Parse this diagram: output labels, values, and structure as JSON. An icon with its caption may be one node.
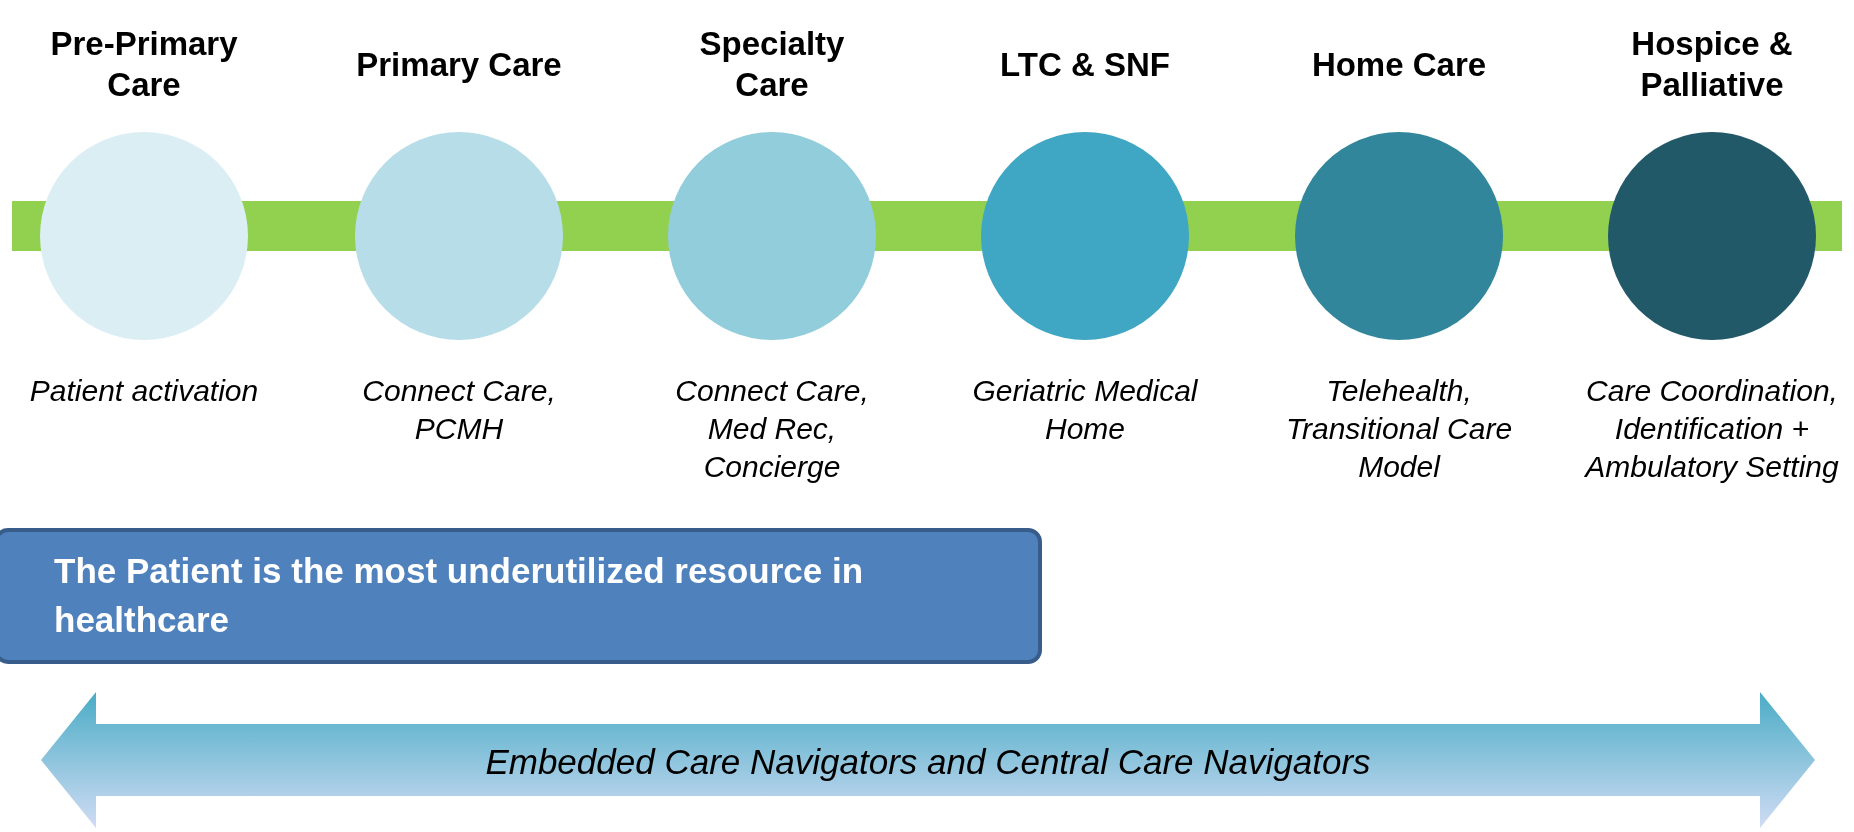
{
  "diagram": {
    "nodes": [
      {
        "text": [
          "Pre-Primary Care",
          "Patient activation"
        ]
      },
      {
        "text": [
          "Primary Care",
          "Connect Care, PCMH"
        ]
      },
      {
        "text": [
          "Specialty Care",
          "Connect Care, Med Rec, Concierge"
        ]
      },
      {
        "text": [
          "LTC & SNF",
          "Geriatric Medical Home"
        ]
      },
      {
        "text": [
          "Home Care",
          "Telehealth, Transitional Care Model"
        ]
      },
      {
        "text": [
          "Hospice & Palliative",
          "Care Coordination, Identification + Ambulatory Setting"
        ]
      },
      {
        "text": [
          "The Patient is the most underutilized resource in healthcare"
        ]
      },
      {
        "text": [
          "Embedded Care Navigators and Central Care Navigators"
        ]
      }
    ],
    "edges": []
  }
}
